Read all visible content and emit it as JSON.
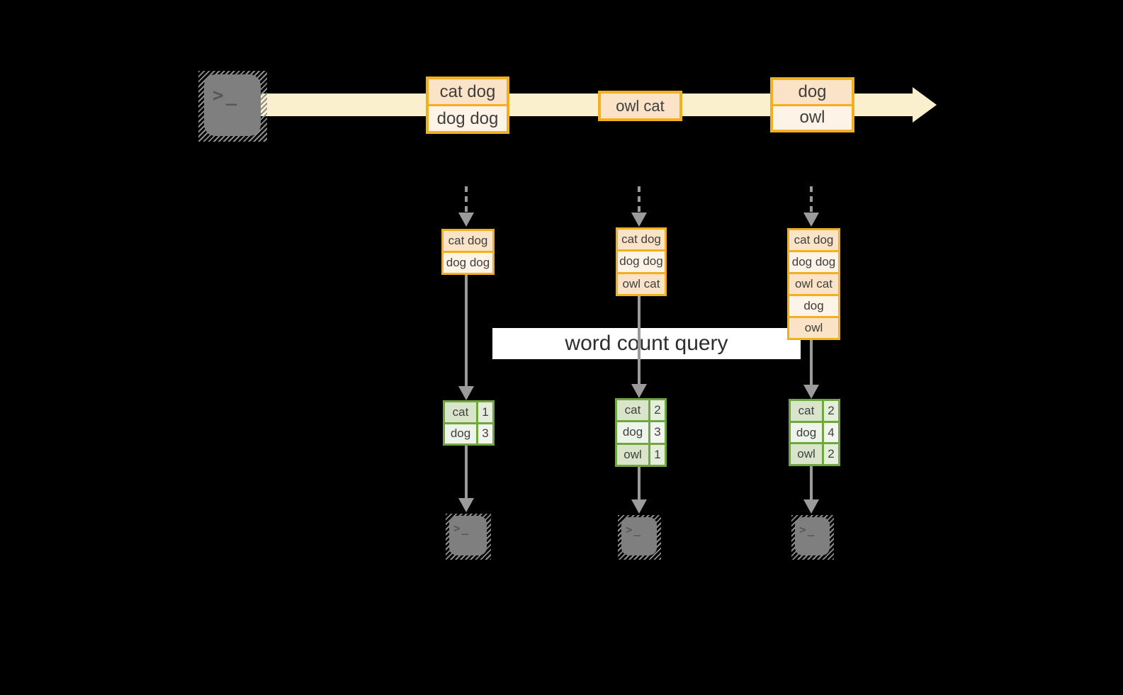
{
  "diagram": {
    "title_hidden": "",
    "query_label": "word count query",
    "terminal_glyph": ">_",
    "stream": {
      "batches": [
        {
          "cells": [
            "cat dog",
            "dog dog"
          ]
        },
        {
          "cells": [
            "owl cat"
          ]
        },
        {
          "cells": [
            "dog",
            "owl"
          ]
        }
      ]
    },
    "states": [
      {
        "cells": [
          "cat dog",
          "dog dog"
        ]
      },
      {
        "cells": [
          "cat dog",
          "dog dog",
          "owl cat"
        ]
      },
      {
        "cells": [
          "cat dog",
          "dog dog",
          "owl cat",
          "dog",
          "owl"
        ]
      }
    ],
    "counts": [
      {
        "rows": [
          {
            "word": "cat",
            "count": "1"
          },
          {
            "word": "dog",
            "count": "3"
          }
        ]
      },
      {
        "rows": [
          {
            "word": "cat",
            "count": "2"
          },
          {
            "word": "dog",
            "count": "3"
          },
          {
            "word": "owl",
            "count": "1"
          }
        ]
      },
      {
        "rows": [
          {
            "word": "cat",
            "count": "2"
          },
          {
            "word": "dog",
            "count": "4"
          },
          {
            "word": "owl",
            "count": "2"
          }
        ]
      }
    ],
    "colors": {
      "background": "#000000",
      "stream_fill": "#FAF0CE",
      "record_border": "#F2B01E",
      "record_fill_dark": "#FAE3C6",
      "record_fill_light": "#FDF3E6",
      "table_border": "#6FA83F",
      "table_fill_dark": "#D9E5CB",
      "table_fill_light": "#EFF4EA",
      "arrow_gray": "#9B9B9B",
      "terminal_gray": "#7F7F7F",
      "text": "#3F3F3F"
    }
  }
}
